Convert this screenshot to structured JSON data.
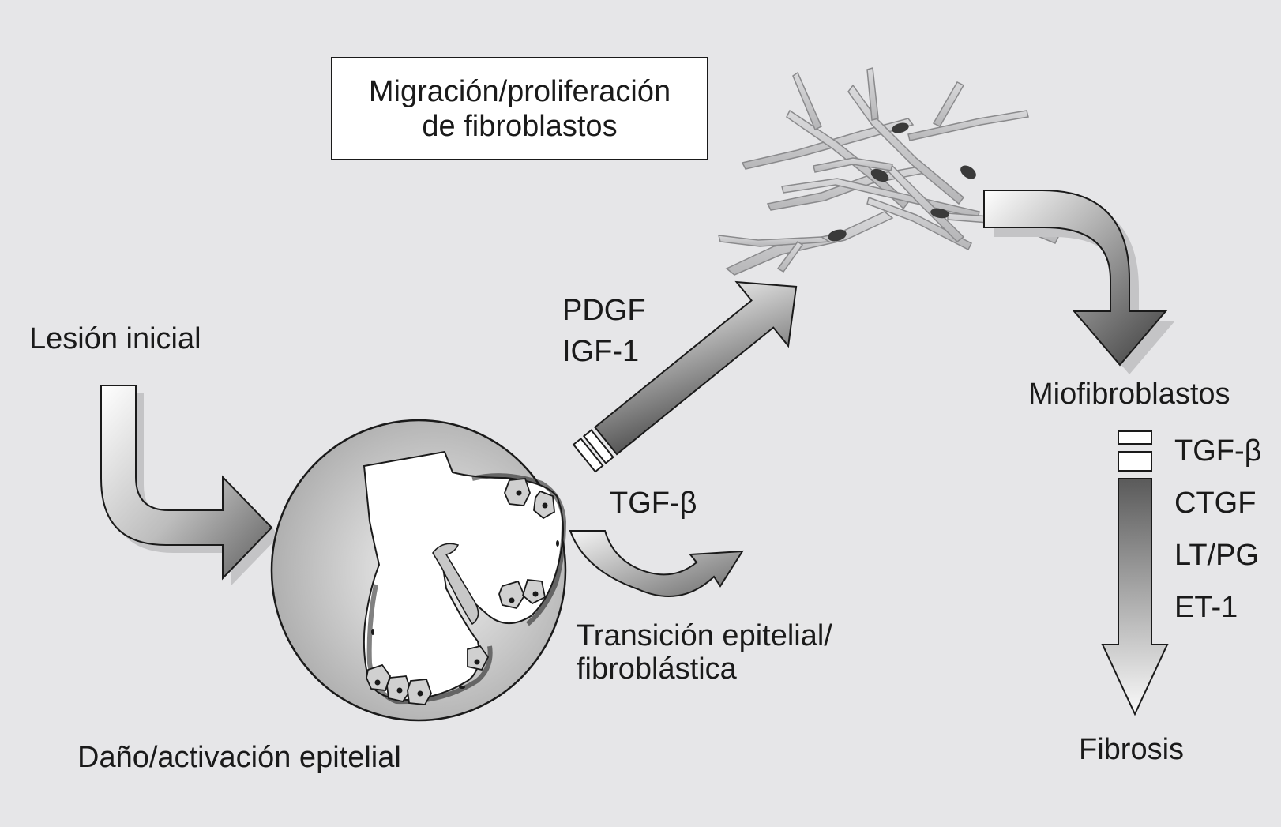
{
  "migration_box": {
    "line1": "Migración/proliferación",
    "line2": "de fibroblastos"
  },
  "labels": {
    "lesion_inicial": "Lesión inicial",
    "dano_activacion": "Daño/activación epitelial",
    "pdgf": "PDGF",
    "igf1": "IGF-1",
    "tgfb_transition": "TGF-β",
    "transicion_line1": "Transición epitelial/",
    "transicion_line2": "fibroblástica",
    "miofibroblastos": "Miofibroblastos",
    "fibrosis": "Fibrosis"
  },
  "mediators": [
    "TGF-β",
    "CTGF",
    "LT/PG",
    "ET-1"
  ],
  "colors": {
    "background": "#e6e6e8",
    "ink": "#1a1a1a",
    "arrow_dark": "#555555",
    "arrow_light": "#ffffff"
  }
}
